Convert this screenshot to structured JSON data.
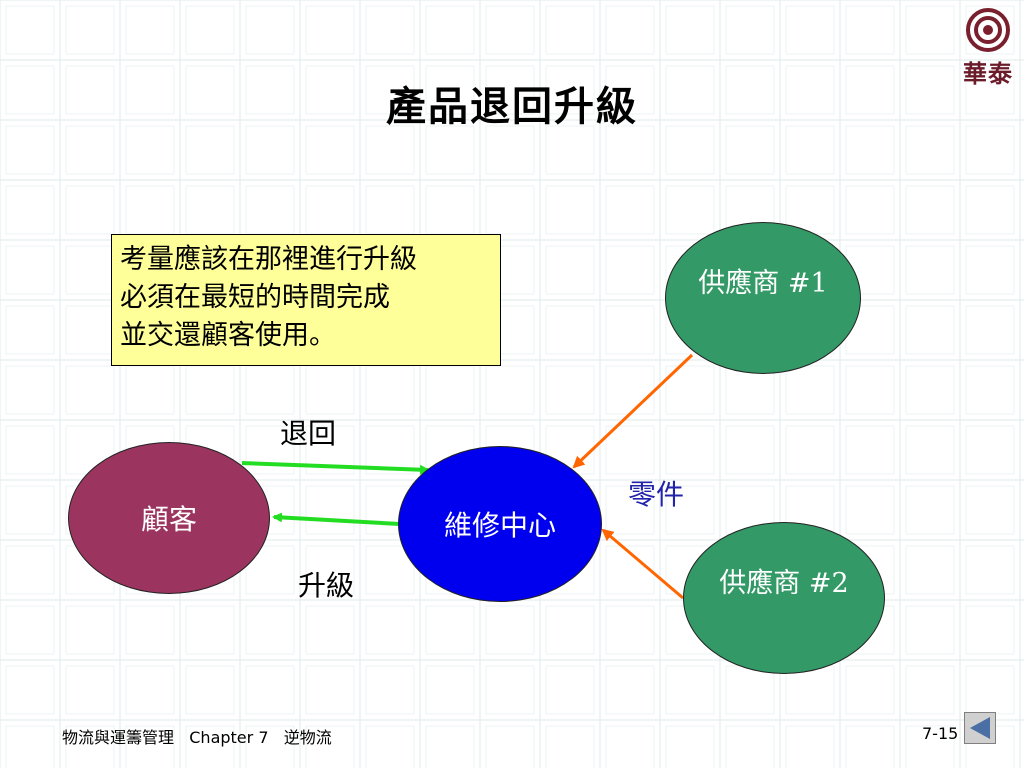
{
  "slide": {
    "logo_text": "華泰",
    "title": "產品退回升級",
    "note_lines": [
      "考量應該在那裡進行升級",
      "必須在最短的時間完成",
      "並交還顧客使用。"
    ]
  },
  "diagram": {
    "nodes": {
      "customer": "顧客",
      "repair_center": "維修中心",
      "supplier1": "供應商 #1",
      "supplier2": "供應商 #2"
    },
    "edges": {
      "return_label": "退回",
      "upgrade_label": "升級",
      "parts_label": "零件"
    },
    "colors": {
      "customer": "#9b3560",
      "repair_center": "#0000ee",
      "supplier": "#339966",
      "green_arrow": "#22dd22",
      "orange_arrow": "#ff6600"
    }
  },
  "footer": {
    "left": "物流與運籌管理   Chapter 7   逆物流",
    "page": "7-15",
    "back_icon": "back-triangle-icon"
  }
}
